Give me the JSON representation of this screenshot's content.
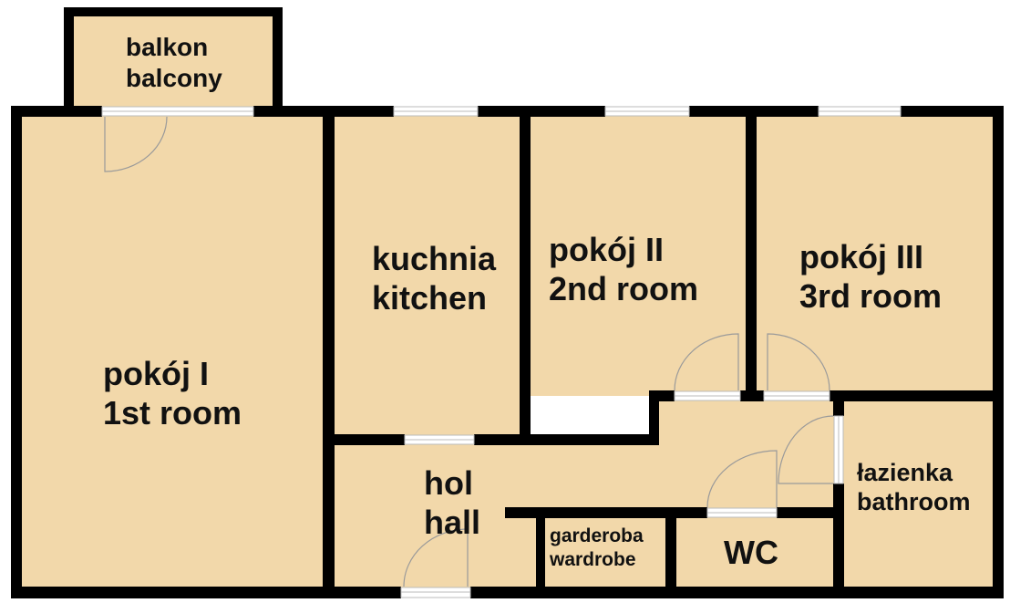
{
  "colors": {
    "floor": "#f2d8aa",
    "wall": "#000000",
    "background": "#ffffff",
    "window_frame": "#bbbbbb",
    "door_line": "#9a9a9a"
  },
  "rooms": {
    "balcony": {
      "pl": "balkon",
      "en": "balcony"
    },
    "room1": {
      "pl": "pokój I",
      "en": "1st room"
    },
    "kitchen": {
      "pl": "kuchnia",
      "en": "kitchen"
    },
    "room2": {
      "pl": "pokój II",
      "en": "2nd room"
    },
    "room3": {
      "pl": "pokój III",
      "en": "3rd room"
    },
    "hall": {
      "pl": "hol",
      "en": "hall"
    },
    "bathroom": {
      "pl": "łazienka",
      "en": "bathroom"
    },
    "wardrobe": {
      "pl": "garderoba",
      "en": "wardrobe"
    },
    "wc": {
      "label": "WC"
    }
  }
}
